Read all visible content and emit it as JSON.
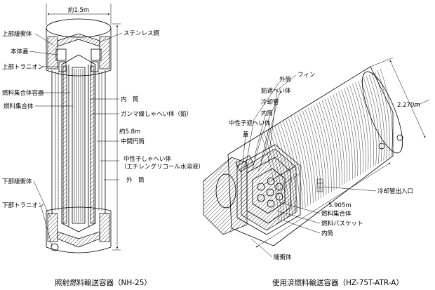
{
  "left_figure": {
    "caption": "照射燃料輸送容器（NH-25）",
    "dimension_width": "約1.5m",
    "dimension_height": "約5.8m",
    "labels": {
      "upper_shock_absorber": "上部緩衝体",
      "body_lid": "本体蓋",
      "upper_trunnion": "上部トラニオン",
      "fuel_assembly_container": "燃料集合体容器",
      "fuel_assembly": "燃料集合体",
      "lower_shock_absorber": "下部緩衝体",
      "lower_trunnion": "下部トラニオン",
      "stainless_steel": "ステンレス鋼",
      "inner_shell": "内　筒",
      "gamma_shield": "ガンマ線しゃへい体（鉛）",
      "intermediate_cylinder": "中間円筒",
      "neutron_shield": "中性子しゃへい体",
      "neutron_shield_material": "（エチレングリコール水溶液）",
      "outer_shell": "外　筒"
    }
  },
  "right_figure": {
    "caption": "使用済燃料輸送容器（HZ-75T-ATR-A）",
    "dimension_length": "2.270m",
    "dimension_diameter": "5.905m",
    "labels": {
      "outer_shell": "外筒",
      "fin": "フィン",
      "lead_shield": "鉛遮へい体",
      "cooling_pipe": "冷却管",
      "inner_shell_upper": "内筒",
      "neutron_shield": "中性子遮へい体",
      "lid": "蓋",
      "cooling_pipe_port": "冷却管出入口",
      "fuel_assembly": "燃料集合体",
      "fuel_basket": "燃料バスケット",
      "inner_shell_lower": "内筒",
      "shock_absorber": "緩衝体"
    }
  }
}
